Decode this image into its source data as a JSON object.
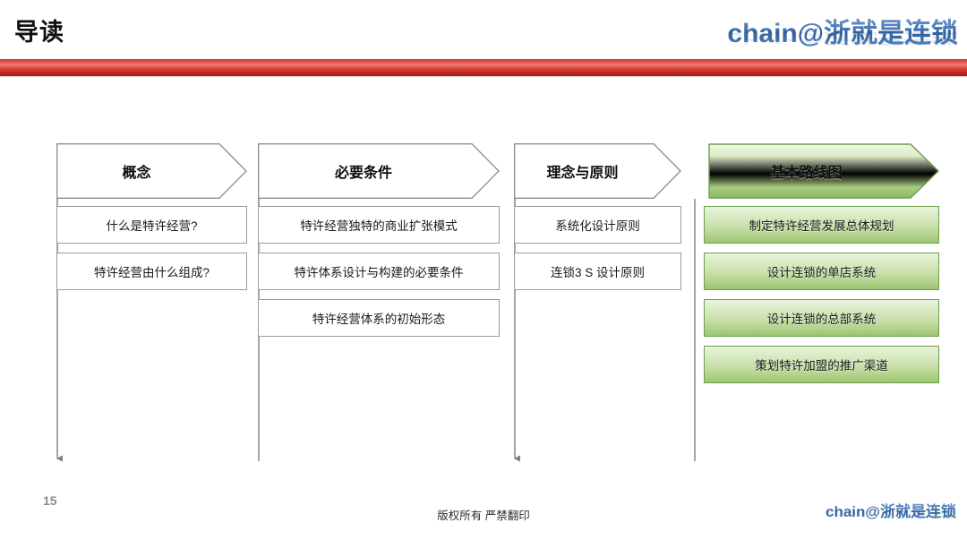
{
  "header": {
    "title": "导读",
    "logo": "chain@浙就是连锁"
  },
  "footer": {
    "page_number": "15",
    "copyright": "版权所有  严禁翻印",
    "logo": "chain@浙就是连锁"
  },
  "theme": {
    "accent_red": "#d9534f",
    "accent_green": "#9cc46f",
    "logo_blue": "#4f81bd",
    "box_border_gray": "#9a9a9a",
    "green_border": "#6f9e4f"
  },
  "columns": [
    {
      "header": "概念",
      "highlight": false,
      "items": [
        "什么是特许经营?",
        "特许经营由什么组成?"
      ]
    },
    {
      "header": "必要条件",
      "highlight": false,
      "items": [
        "特许经营独特的商业扩张模式",
        "特许体系设计与构建的必要条件",
        "特许经营体系的初始形态"
      ]
    },
    {
      "header": "理念与原则",
      "highlight": false,
      "items": [
        "系统化设计原则",
        "连锁3 S 设计原则"
      ]
    },
    {
      "header": "基本路线图",
      "highlight": true,
      "items": [
        "制定特许经营发展总体规划",
        "设计连锁的单店系统",
        "设计连锁的总部系统",
        "策划特许加盟的推广渠道"
      ]
    }
  ],
  "connectors": [
    {
      "label": "connector-1",
      "has_arrow": true
    },
    {
      "label": "connector-2",
      "has_arrow": false
    },
    {
      "label": "connector-3",
      "has_arrow": true
    },
    {
      "label": "connector-4",
      "has_arrow": false
    }
  ]
}
